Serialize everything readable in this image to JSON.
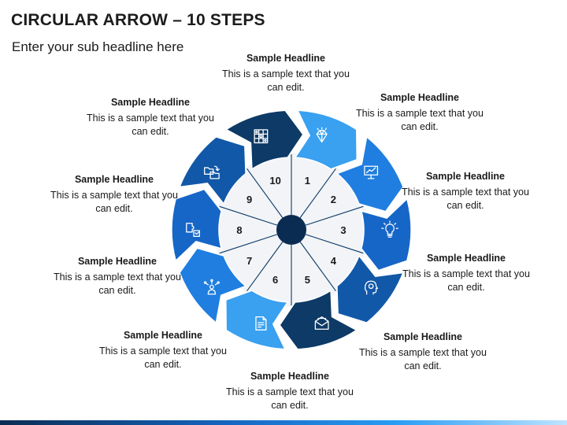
{
  "title": "CIRCULAR ARROW – 10 STEPS",
  "subtitle": "Enter your sub headline here",
  "steps": [
    {
      "number": "1",
      "headline": "Sample Headline",
      "text": "This is a sample text that you can edit.",
      "icon": "diamond-icon",
      "color": "#3aa0f0"
    },
    {
      "number": "2",
      "headline": "Sample Headline",
      "text": "This is a sample text that you can edit.",
      "icon": "presentation-icon",
      "color": "#1f7ee0"
    },
    {
      "number": "3",
      "headline": "Sample Headline",
      "text": "This is a sample text that you can edit.",
      "icon": "lightbulb-icon",
      "color": "#1666c8"
    },
    {
      "number": "4",
      "headline": "Sample Headline",
      "text": "This is a sample text that you can edit.",
      "icon": "head-gear-icon",
      "color": "#1258a8"
    },
    {
      "number": "5",
      "headline": "Sample Headline",
      "text": "This is a sample text that you can edit.",
      "icon": "envelope-icon",
      "color": "#0d3a66"
    },
    {
      "number": "6",
      "headline": "Sample Headline",
      "text": "This is a sample text that you can edit.",
      "icon": "document-icon",
      "color": "#3aa0f0"
    },
    {
      "number": "7",
      "headline": "Sample Headline",
      "text": "This is a sample text that you can edit.",
      "icon": "person-network-icon",
      "color": "#1f7ee0"
    },
    {
      "number": "8",
      "headline": "Sample Headline",
      "text": "This is a sample text that you can edit.",
      "icon": "puzzle-people-icon",
      "color": "#1666c8"
    },
    {
      "number": "9",
      "headline": "Sample Headline",
      "text": "This is a sample text that you can edit.",
      "icon": "folders-icon",
      "color": "#1258a8"
    },
    {
      "number": "10",
      "headline": "Sample Headline",
      "text": "This is a sample text that you can edit.",
      "icon": "grid-icon",
      "color": "#0d3a66"
    }
  ]
}
